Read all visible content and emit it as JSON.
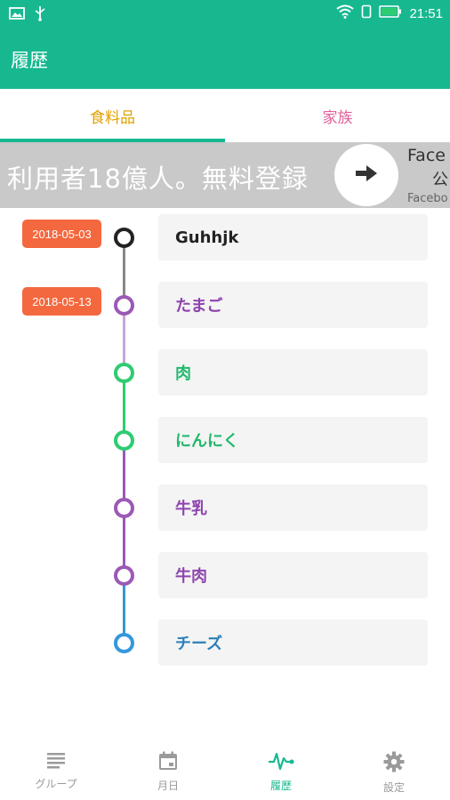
{
  "status_bar": {
    "time": "21:51",
    "icons": [
      "image-icon",
      "usb-icon",
      "wifi-icon",
      "sim-icon",
      "battery-icon"
    ],
    "color": "#17b890"
  },
  "app_bar": {
    "title": "履歴",
    "color": "#17b890"
  },
  "tabs": [
    {
      "label": "食料品",
      "active": true,
      "color": "#e0a000"
    },
    {
      "label": "家族",
      "active": false,
      "color": "#e0609a"
    }
  ],
  "ad": {
    "headline": "利用者18億人。無料登録",
    "side_line1": "Face",
    "side_line2": "公",
    "side_line3": "Facebo",
    "icon": "arrow-right-icon"
  },
  "timeline": {
    "entries": [
      {
        "label": "Guhhjk",
        "date": "2018-05-03",
        "color": "#222222",
        "node": "#222222"
      },
      {
        "label": "たまご",
        "date": "2018-05-13",
        "color": "#8e44ad",
        "node": "#9b59b6"
      },
      {
        "label": "肉",
        "date": "",
        "color": "#1fb86a",
        "node": "#2ecc71"
      },
      {
        "label": "にんにく",
        "date": "",
        "color": "#1fb86a",
        "node": "#2ecc71"
      },
      {
        "label": "牛乳",
        "date": "",
        "color": "#8e44ad",
        "node": "#9b59b6"
      },
      {
        "label": "牛肉",
        "date": "",
        "color": "#8e44ad",
        "node": "#9b59b6"
      },
      {
        "label": "チーズ",
        "date": "",
        "color": "#2980b9",
        "node": "#3498db"
      }
    ]
  },
  "bottom_nav": [
    {
      "label": "グループ",
      "icon": "list-icon",
      "active": false
    },
    {
      "label": "月日",
      "icon": "calendar-icon",
      "active": false
    },
    {
      "label": "履歴",
      "icon": "pulse-icon",
      "active": true
    },
    {
      "label": "設定",
      "icon": "gear-icon",
      "active": false
    }
  ]
}
